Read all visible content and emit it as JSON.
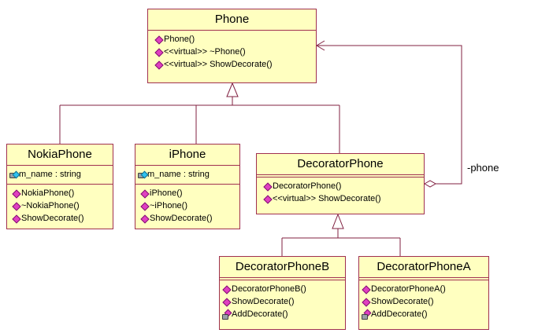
{
  "classes": {
    "phone": {
      "name": "Phone",
      "operations": [
        "Phone()",
        "<<virtual>> ~Phone()",
        "<<virtual>> ShowDecorate()"
      ]
    },
    "nokia": {
      "name": "NokiaPhone",
      "attributes": [
        "m_name : string"
      ],
      "operations": [
        "NokiaPhone()",
        "~NokiaPhone()",
        "ShowDecorate()"
      ]
    },
    "iphone": {
      "name": "iPhone",
      "attributes": [
        "m_name : string"
      ],
      "operations": [
        "iPhone()",
        "~iPhone()",
        "ShowDecorate()"
      ]
    },
    "decorator": {
      "name": "DecoratorPhone",
      "operations": [
        "DecoratorPhone()",
        "<<virtual>> ShowDecorate()"
      ]
    },
    "decoratorB": {
      "name": "DecoratorPhoneB",
      "operations": [
        "DecoratorPhoneB()",
        "ShowDecorate()",
        "AddDecorate()"
      ]
    },
    "decoratorA": {
      "name": "DecoratorPhoneA",
      "operations": [
        "DecoratorPhoneA()",
        "ShowDecorate()",
        "AddDecorate()"
      ]
    }
  },
  "association_label": "-phone",
  "colors": {
    "class_fill": "#ffffc0",
    "border": "#a03050",
    "public_icon": "#e040c0"
  }
}
